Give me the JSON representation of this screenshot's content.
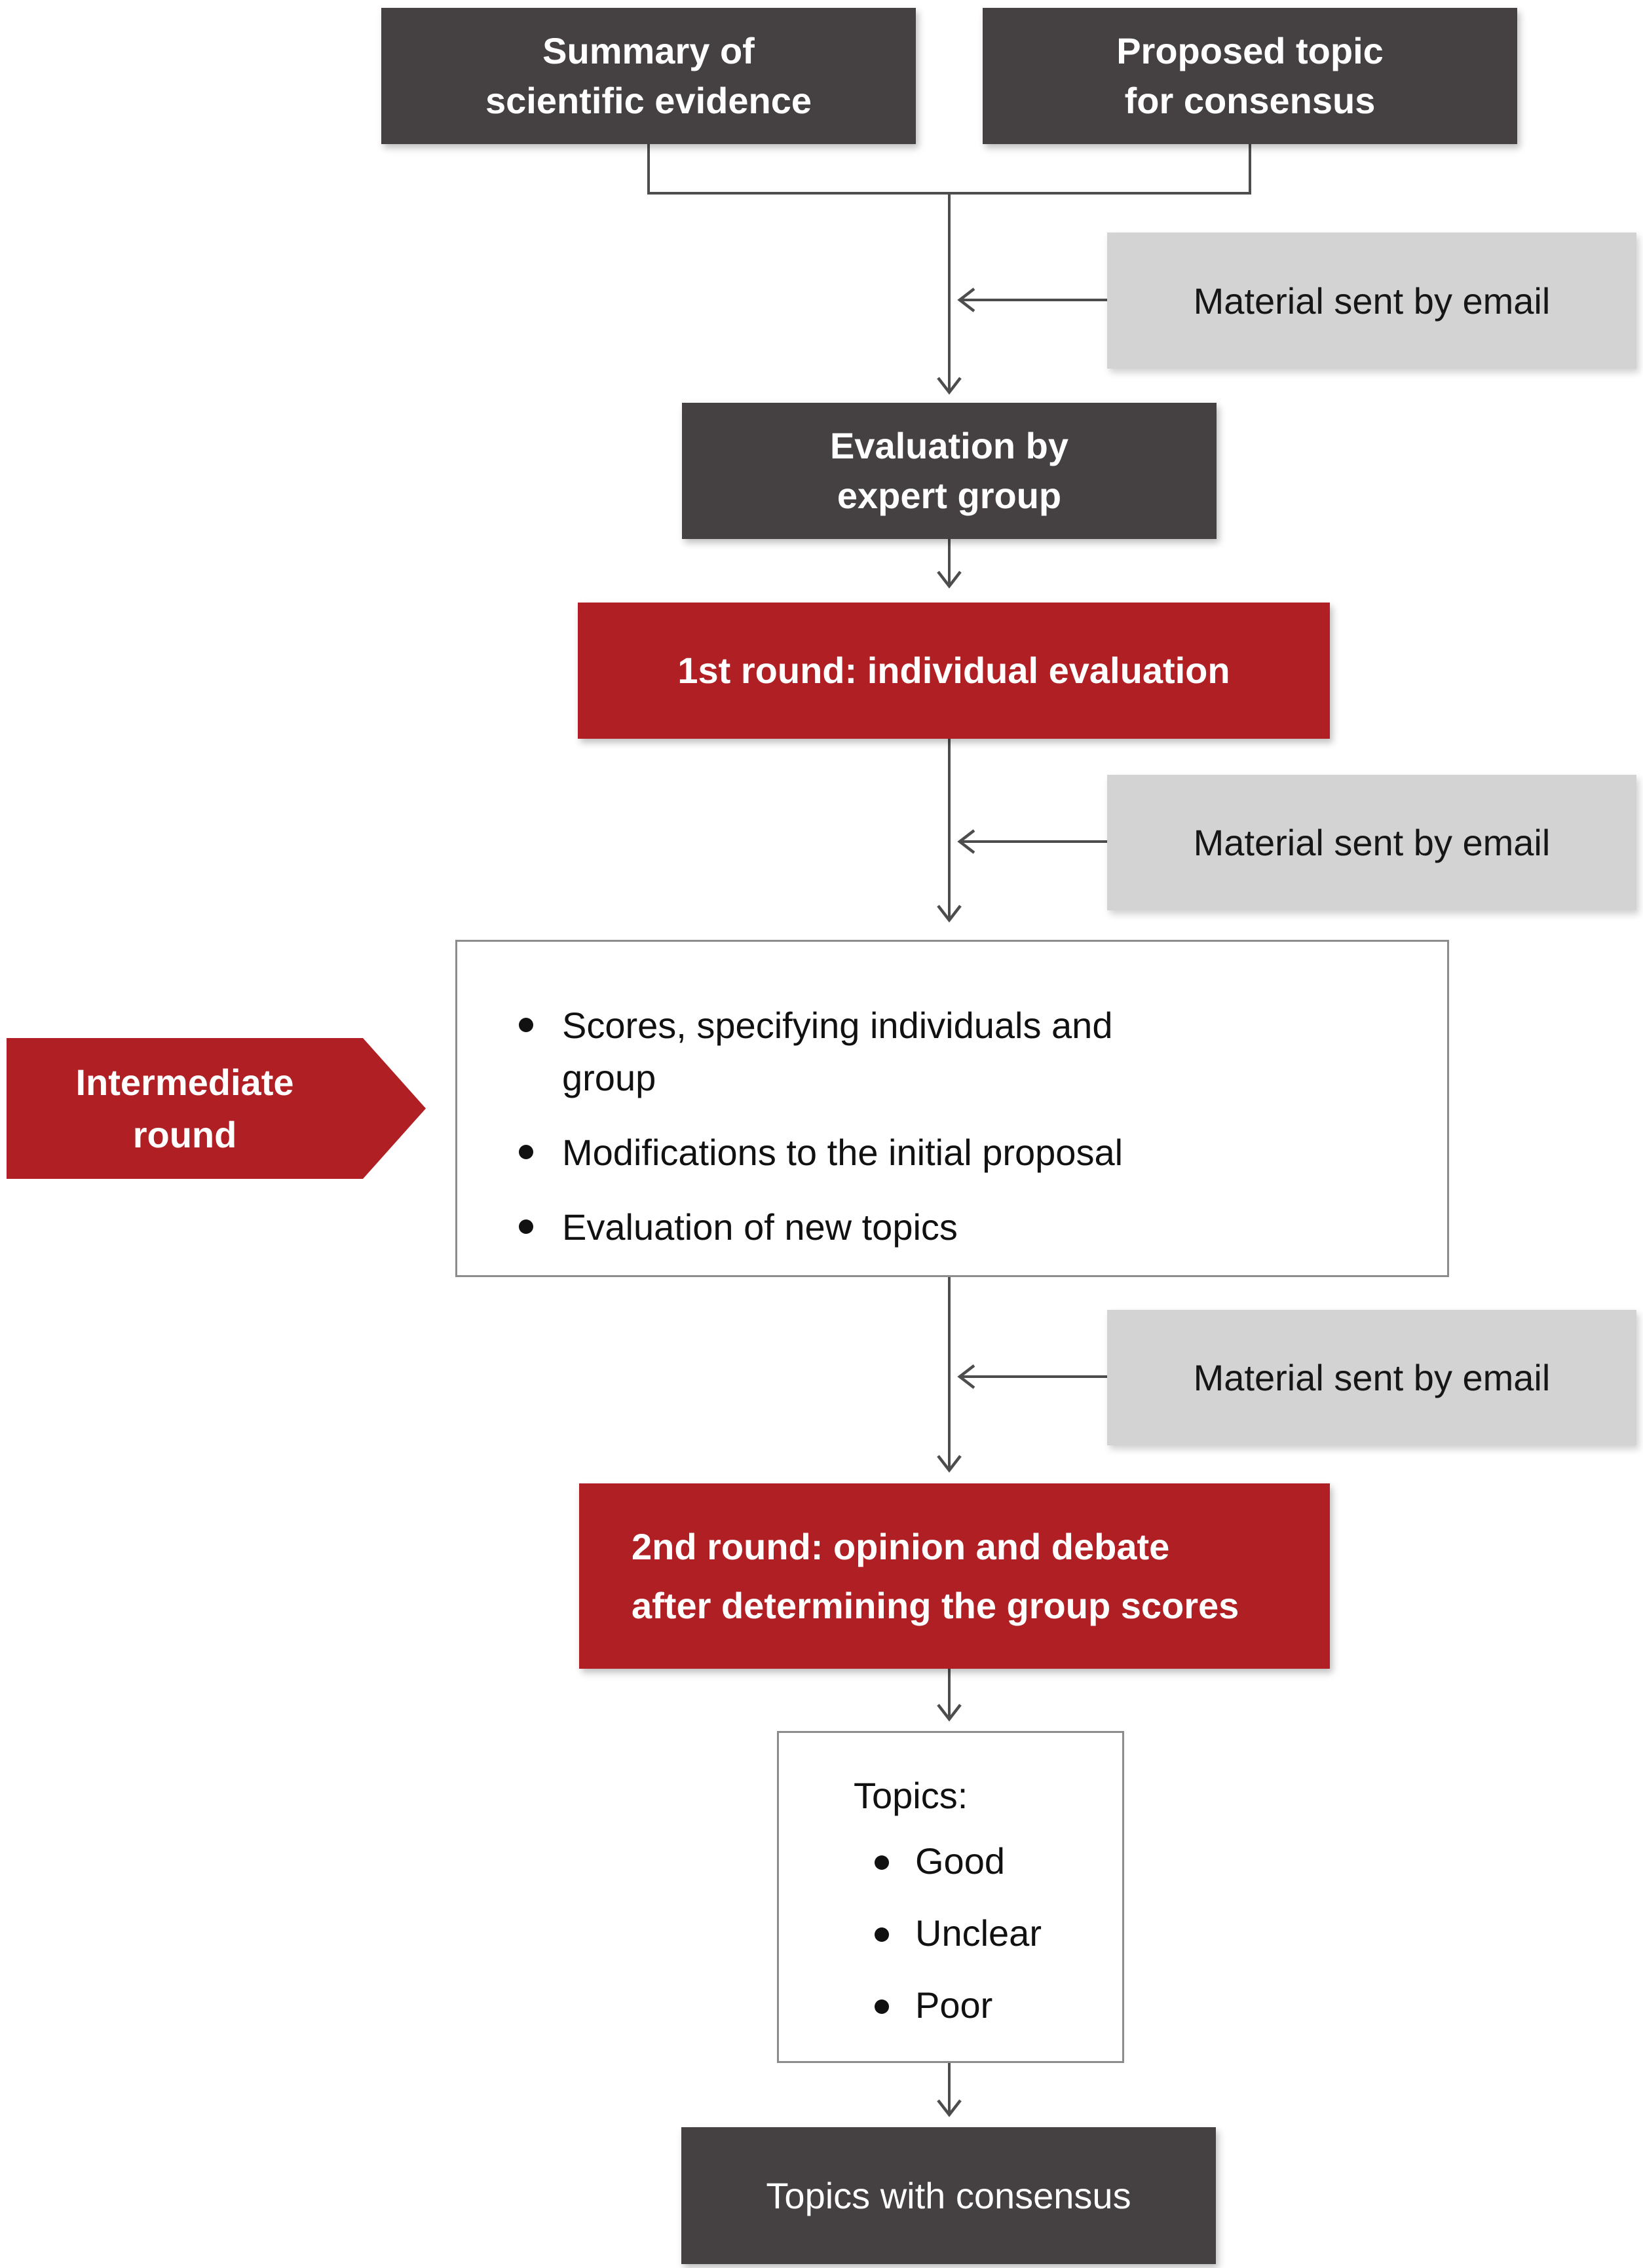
{
  "diagram_title": "Delphi consensus process flowchart",
  "colors": {
    "dark_box": "#454041",
    "red_box": "#b01f24",
    "light_gray_box": "#d3d3d3",
    "connector_line": "#4d4d4d",
    "white_box_border": "#8c8c8c",
    "text_on_dark": "#ffffff",
    "text_on_light": "#111111"
  },
  "nodes": {
    "summary": "Summary of\nscientific evidence",
    "proposed_topic": "Proposed topic\nfor consensus",
    "material_email_1": "Material sent by email",
    "expert_evaluation": "Evaluation by\nexpert group",
    "round_1": "1st round: individual evaluation",
    "material_email_2": "Material sent by email",
    "intermediate_round_label": "Intermediate\nround",
    "intermediate_outputs": [
      "Scores, specifying individuals and\ngroup",
      "Modifications to the initial proposal",
      "Evaluation of new topics"
    ],
    "material_email_3": "Material sent by email",
    "round_2": "2nd round: opinion and debate\nafter determining the group scores",
    "topics_title": "Topics:",
    "topics_levels": [
      "Good",
      "Unclear",
      "Poor"
    ],
    "final": "Topics with consensus"
  }
}
